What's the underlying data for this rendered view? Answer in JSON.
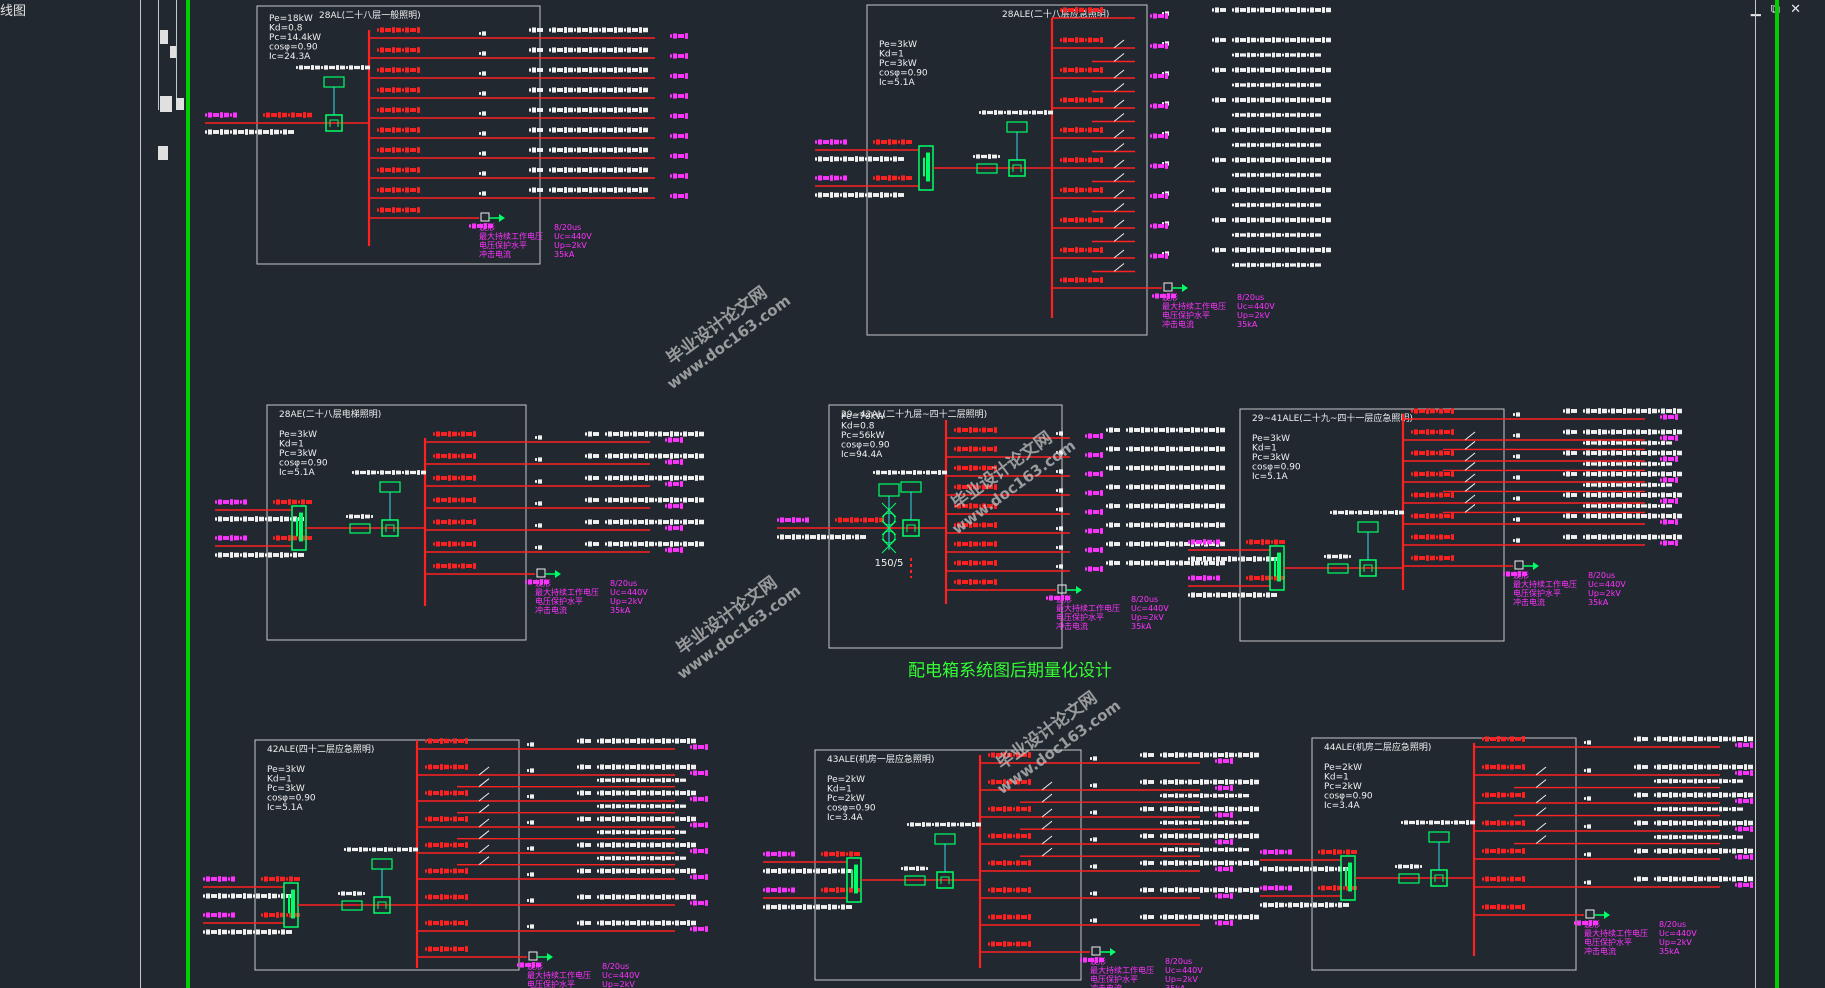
{
  "window": {
    "title": "线图",
    "controls": [
      "▁",
      "⧉",
      "✕"
    ]
  },
  "drawing": {
    "main_title": "配电箱系统图后期量化设计",
    "watermark_lines": [
      "毕业设计论文网",
      "www.doc163.com"
    ],
    "colors": {
      "background": "#212830",
      "frame": "#00d000",
      "border": "#c8c8c8",
      "circuit": "#ff2020",
      "text_green": "#33ff33",
      "text_magenta": "#ff33ff",
      "text_white": "#f0f0f0",
      "equipment": "#00ff66",
      "cyan": "#33ddee",
      "watermark": "#c2c2c2"
    },
    "surge_note": [
      "波形",
      "最大持续工作电压",
      "电压保护水平",
      "冲击电流"
    ],
    "surge_values": [
      "8/20us",
      "Uc=440V",
      "Up=2kV",
      "35kA"
    ],
    "panels": [
      {
        "id": "p1",
        "title": "28AL(二十八层一般照明)",
        "params": [
          "Pe=18kW",
          "Kd=0.8",
          "Pc=14.4kW",
          "cosφ=0.90",
          "Ic=24.3A"
        ],
        "branches": 10,
        "controlled": []
      },
      {
        "id": "p2",
        "title": "28ALE(二十八层应急照明)",
        "params": [
          "Pe=3kW",
          "Kd=1",
          "Pc=3kW",
          "cosφ=0.90",
          "Ic=5.1A"
        ],
        "branches": 10,
        "controlled": [
          1,
          2,
          3,
          4,
          5,
          6,
          7,
          8
        ]
      },
      {
        "id": "p3",
        "title": "28AE(二十八层电梯照明)",
        "params": [
          "Pe=3kW",
          "Kd=1",
          "Pc=3kW",
          "cosφ=0.90",
          "Ic=5.1A"
        ],
        "branches": 7,
        "controlled": []
      },
      {
        "id": "p4",
        "title": "29~42AL(二十九层~四十二层照明)",
        "params": [
          "Pe=70kW",
          "Kd=0.8",
          "Pc=56kW",
          "cosφ=0.90",
          "Ic=94.4A"
        ],
        "ct_label": "150/5",
        "branches": 9,
        "controlled": []
      },
      {
        "id": "p5",
        "title": "29~41ALE(二十九~四十一层应急照明)",
        "params": [
          "Pe=3kW",
          "Kd=1",
          "Pc=3kW",
          "cosφ=0.90",
          "Ic=5.1A"
        ],
        "branches": 8,
        "controlled": [
          1,
          2,
          3,
          4
        ]
      },
      {
        "id": "p6",
        "title": "42ALE(四十二层应急照明)",
        "params": [
          "Pe=3kW",
          "Kd=1",
          "Pc=3kW",
          "cosφ=0.90",
          "Ic=5.1A"
        ],
        "branches": 9,
        "controlled": [
          1,
          2,
          3,
          4
        ]
      },
      {
        "id": "p7",
        "title": "43ALE(机房一层应急照明)",
        "params": [
          "Pe=2kW",
          "Kd=1",
          "Pc=2kW",
          "cosφ=0.90",
          "Ic=3.4A"
        ],
        "branches": 8,
        "controlled": [
          1,
          2,
          3
        ]
      },
      {
        "id": "p8",
        "title": "44ALE(机房二层应急照明)",
        "params": [
          "Pe=2kW",
          "Kd=1",
          "Pc=2kW",
          "cosφ=0.90",
          "Ic=3.4A"
        ],
        "branches": 7,
        "controlled": [
          1,
          2,
          3
        ]
      }
    ]
  }
}
